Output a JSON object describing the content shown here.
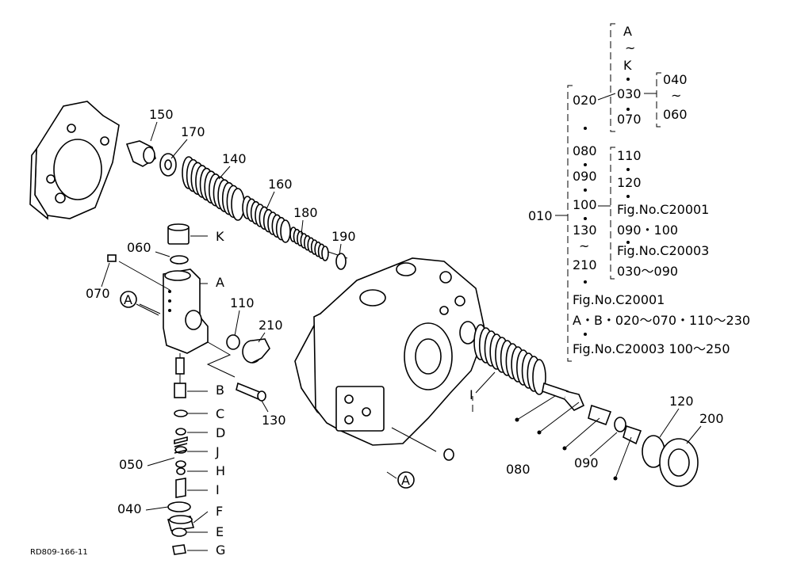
{
  "doc_code": "RD809-166-11",
  "callouts": {
    "A": "A",
    "B": "B",
    "C": "C",
    "D": "D",
    "E": "E",
    "F": "F",
    "G": "G",
    "H": "H",
    "I": "I",
    "J": "J",
    "K": "K",
    "n010": "010",
    "n040": "040",
    "n050": "050",
    "n060": "060",
    "n070": "070",
    "n080": "080",
    "n090": "090",
    "n110": "110",
    "n120": "120",
    "n130": "130",
    "n140": "140",
    "n150": "150",
    "n160": "160",
    "n170": "170",
    "n180": "180",
    "n190": "190",
    "n200": "200",
    "n210": "210"
  },
  "view_marker": "A",
  "tree": {
    "top_a": "A",
    "top_tilde": "~",
    "top_k": "K",
    "c020": "020",
    "c030": "030",
    "c070": "070",
    "c040": "040",
    "c040_tilde": "~",
    "c060": "060",
    "c010": "010",
    "c080": "080",
    "c090": "090",
    "c100": "100",
    "c130": "130",
    "c130_tilde": "~",
    "c210": "210",
    "c110": "110",
    "c120": "120",
    "fig1": "Fig.No.C20001",
    "line_090_100": "090・100",
    "fig3": "Fig.No.C20003",
    "line_030_090": "030～090",
    "fig1_b": "Fig.No.C20001",
    "line_ab": "A・B・020～070・110～230",
    "fig3_b": "Fig.No.C20003  100～250"
  }
}
